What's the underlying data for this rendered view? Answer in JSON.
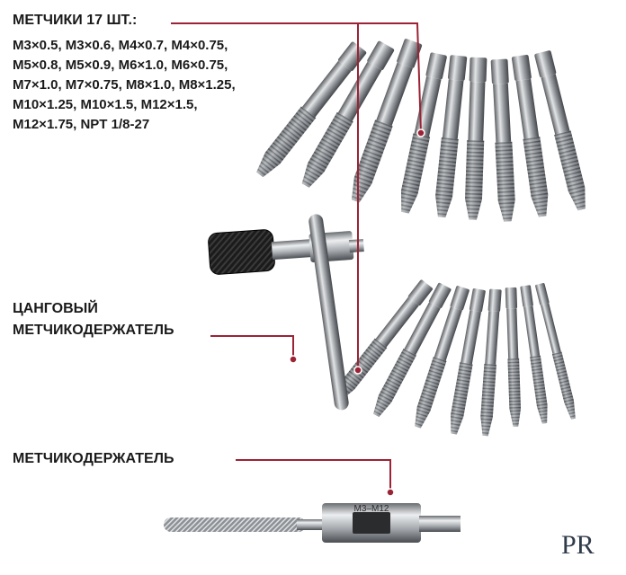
{
  "callouts": {
    "taps": {
      "heading": "МЕТЧИКИ 17 ШТ.:",
      "lines": [
        "M3×0.5, M3×0.6, M4×0.7, M4×0.75,",
        "M5×0.8, M5×0.9, M6×1.0, M6×0.75,",
        "M7×1.0, M7×0.75, M8×1.0, M8×1.25,",
        "M10×1.25, M10×1.5, M12×1.5,",
        "M12×1.75,  NPT 1/8-27"
      ]
    },
    "collet_holder": {
      "lines": [
        "ЦАНГОВЫЙ",
        "МЕТЧИКОДЕРЖАТЕЛЬ"
      ]
    },
    "wrench_holder": {
      "label": "МЕТЧИКОДЕРЖАТЕЛЬ"
    }
  },
  "product_markings": {
    "wrench_size_range": "M3–M12"
  },
  "brand": {
    "logo_text": "PR"
  },
  "colors": {
    "callout_line": "#9b2335",
    "label_text": "#1a1a1a",
    "steel": "#b9bcbf",
    "handle_black": "#1b1b1b"
  }
}
